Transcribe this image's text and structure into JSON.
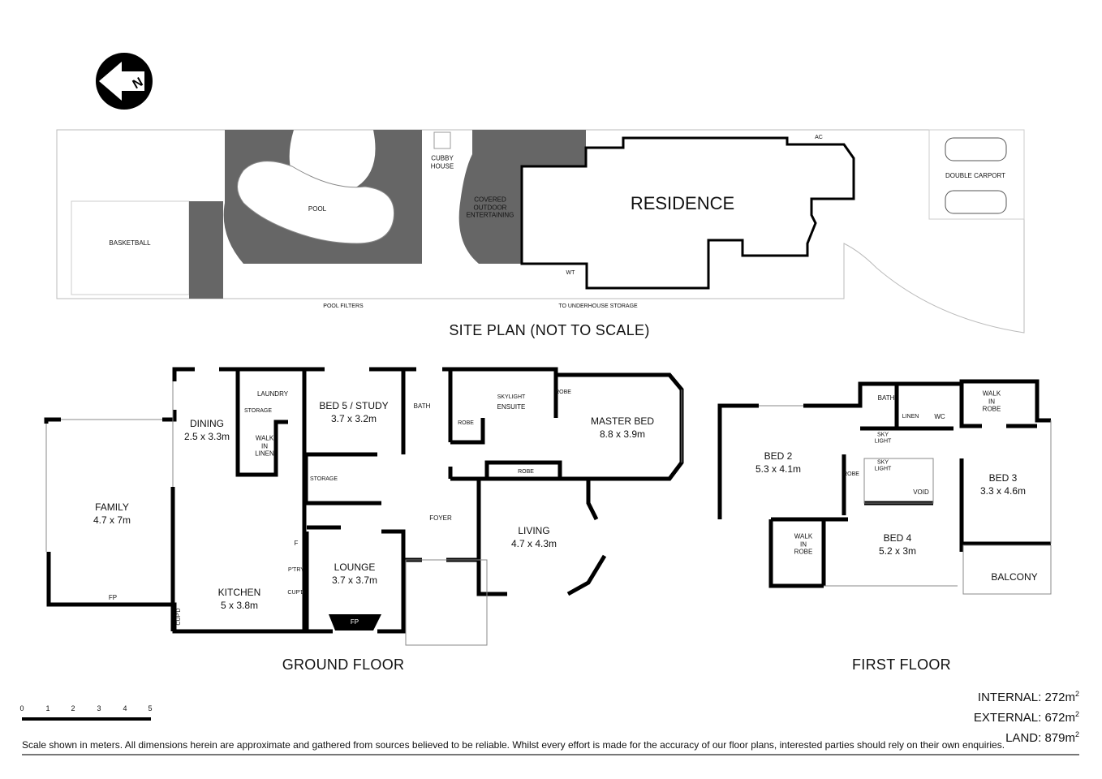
{
  "site_plan": {
    "title": "SITE PLAN (NOT TO SCALE)",
    "labels": {
      "residence": "RESIDENCE",
      "pool": "POOL",
      "basketball": "BASKETBALL",
      "cubby_house": "CUBBY\nHOUSE",
      "covered_outdoor": "COVERED\nOUTDOOR\nENTERTAINING",
      "double_carport": "DOUBLE CARPORT",
      "ac": "AC",
      "wt": "WT",
      "pool_filters": "POOL FILTERS",
      "underhouse_storage": "TO UNDERHOUSE STORAGE"
    }
  },
  "north_arrow": {
    "letter": "N"
  },
  "ground_floor": {
    "title": "GROUND FLOOR",
    "rooms": {
      "family": {
        "name": "FAMILY",
        "dims": "4.7 x 7m"
      },
      "dining": {
        "name": "DINING",
        "dims": "2.5 x 3.3m"
      },
      "laundry": "LAUNDRY",
      "storage_laundry": "STORAGE",
      "walk_in_linen": "WALK\nIN\nLINEN",
      "bed5": {
        "name": "BED 5 / STUDY",
        "dims": "3.7 x 3.2m"
      },
      "bath": "BATH",
      "skylight": "SKYLIGHT",
      "ensuite": "ENSUITE",
      "robe_ensuite": "ROBE",
      "robe_hall": "ROBE",
      "master": {
        "name": "MASTER BED",
        "dims": "8.8 x 3.9m"
      },
      "storage_stair": "STORAGE",
      "robe_master": "ROBE",
      "foyer": "FOYER",
      "living": {
        "name": "LIVING",
        "dims": "4.7 x 4.3m"
      },
      "kitchen": {
        "name": "KITCHEN",
        "dims": "5 x 3.8m"
      },
      "lounge": {
        "name": "LOUNGE",
        "dims": "3.7 x 3.7m"
      },
      "fp_family": "FP",
      "fp_lounge": "FP",
      "fridge": "F",
      "pantry": "P'TRY",
      "cupd_kitchen": "CUP'D",
      "cupd_corner": "CUP'D"
    }
  },
  "first_floor": {
    "title": "FIRST FLOOR",
    "rooms": {
      "bed2": {
        "name": "BED 2",
        "dims": "5.3 x 4.1m"
      },
      "bath": "BATH",
      "linen": "LINEN",
      "wc": "WC",
      "walk_in_robe_bed3": "WALK\nIN\nROBE",
      "skylight1": "SKY\nLIGHT",
      "skylight2": "SKY\nLIGHT",
      "robe": "ROBE",
      "void": "VOID",
      "bed3": {
        "name": "BED 3",
        "dims": "3.3 x 4.6m"
      },
      "bed4": {
        "name": "BED 4",
        "dims": "5.2 x 3m"
      },
      "walk_in_robe_bed4": "WALK\nIN\nROBE",
      "balcony": "BALCONY"
    }
  },
  "scale": {
    "ticks": [
      "0",
      "1",
      "2",
      "3",
      "4",
      "5"
    ],
    "unit": "meters"
  },
  "areas": {
    "internal": {
      "label": "INTERNAL:",
      "value": "272m",
      "sup": "2"
    },
    "external": {
      "label": "EXTERNAL:",
      "value": "672m",
      "sup": "2"
    },
    "land": {
      "label": "LAND:",
      "value": "879m",
      "sup": "2"
    }
  },
  "disclaimer": "Scale shown in meters. All dimensions herein are approximate and gathered from sources believed to be  reliable. Whilst every effort is made for the accuracy of our floor plans, interested parties should rely on their own enquiries.",
  "colors": {
    "wall": "#000000",
    "paving": "#666666",
    "site_line": "#bbbbbb"
  }
}
